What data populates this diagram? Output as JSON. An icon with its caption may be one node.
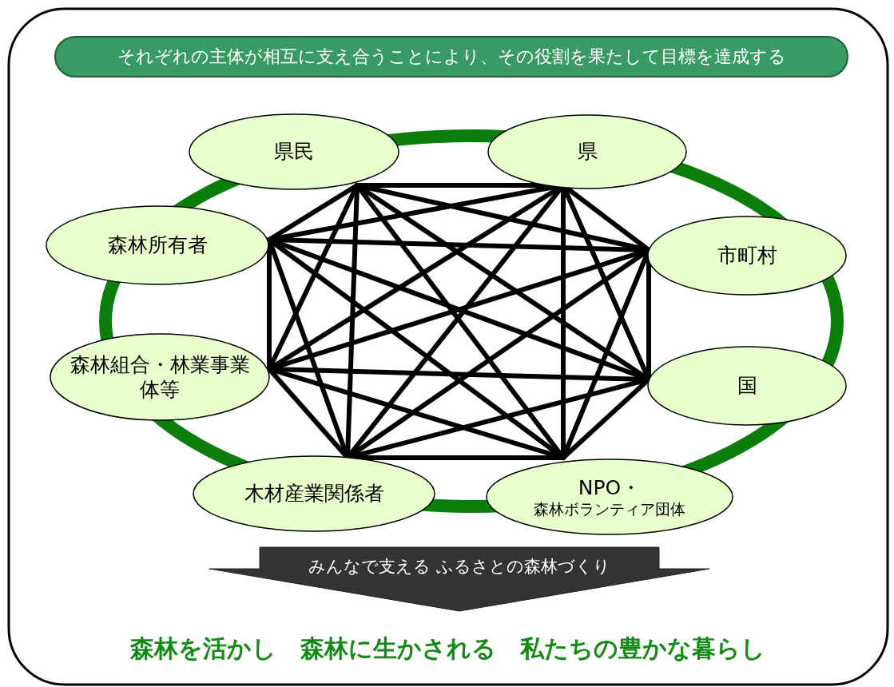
{
  "diagram": {
    "title": "それぞれの主体が相互に支え合うことにより、その役割を果たして目標を達成する",
    "caption": "森林を活かし　森林に生かされる　私たちの豊かな暮らし",
    "nodes": [
      {
        "text": [
          "県民"
        ]
      },
      {
        "text": [
          "県"
        ]
      },
      {
        "text": [
          "森林所有者"
        ]
      },
      {
        "text": [
          "市町村"
        ]
      },
      {
        "text": [
          "森林組合・林業事業体等"
        ]
      },
      {
        "text": [
          "国"
        ]
      },
      {
        "text": [
          "木材産業関係者"
        ]
      },
      {
        "text": [
          "NPO・",
          "森林ボランティア団体"
        ]
      },
      {
        "text": [
          "みんなで支える ふるさとの森林づくり"
        ]
      }
    ],
    "edges": [
      {
        "from": 0,
        "to": 1,
        "arrow": "none"
      },
      {
        "from": 0,
        "to": 2,
        "arrow": "none"
      },
      {
        "from": 0,
        "to": 3,
        "arrow": "none"
      },
      {
        "from": 0,
        "to": 4,
        "arrow": "none"
      },
      {
        "from": 0,
        "to": 5,
        "arrow": "none"
      },
      {
        "from": 0,
        "to": 6,
        "arrow": "none"
      },
      {
        "from": 0,
        "to": 7,
        "arrow": "none"
      },
      {
        "from": 1,
        "to": 2,
        "arrow": "none"
      },
      {
        "from": 1,
        "to": 3,
        "arrow": "none"
      },
      {
        "from": 1,
        "to": 4,
        "arrow": "none"
      },
      {
        "from": 1,
        "to": 5,
        "arrow": "none"
      },
      {
        "from": 1,
        "to": 6,
        "arrow": "none"
      },
      {
        "from": 1,
        "to": 7,
        "arrow": "none"
      },
      {
        "from": 2,
        "to": 3,
        "arrow": "none"
      },
      {
        "from": 2,
        "to": 4,
        "arrow": "none"
      },
      {
        "from": 2,
        "to": 5,
        "arrow": "none"
      },
      {
        "from": 2,
        "to": 6,
        "arrow": "none"
      },
      {
        "from": 2,
        "to": 7,
        "arrow": "none"
      },
      {
        "from": 3,
        "to": 4,
        "arrow": "none"
      },
      {
        "from": 3,
        "to": 5,
        "arrow": "none"
      },
      {
        "from": 3,
        "to": 6,
        "arrow": "none"
      },
      {
        "from": 3,
        "to": 7,
        "arrow": "none"
      },
      {
        "from": 4,
        "to": 5,
        "arrow": "none"
      },
      {
        "from": 4,
        "to": 6,
        "arrow": "none"
      },
      {
        "from": 4,
        "to": 7,
        "arrow": "none"
      },
      {
        "from": 5,
        "to": 6,
        "arrow": "none"
      },
      {
        "from": 5,
        "to": 7,
        "arrow": "none"
      },
      {
        "from": 6,
        "to": 7,
        "arrow": "none"
      }
    ]
  }
}
